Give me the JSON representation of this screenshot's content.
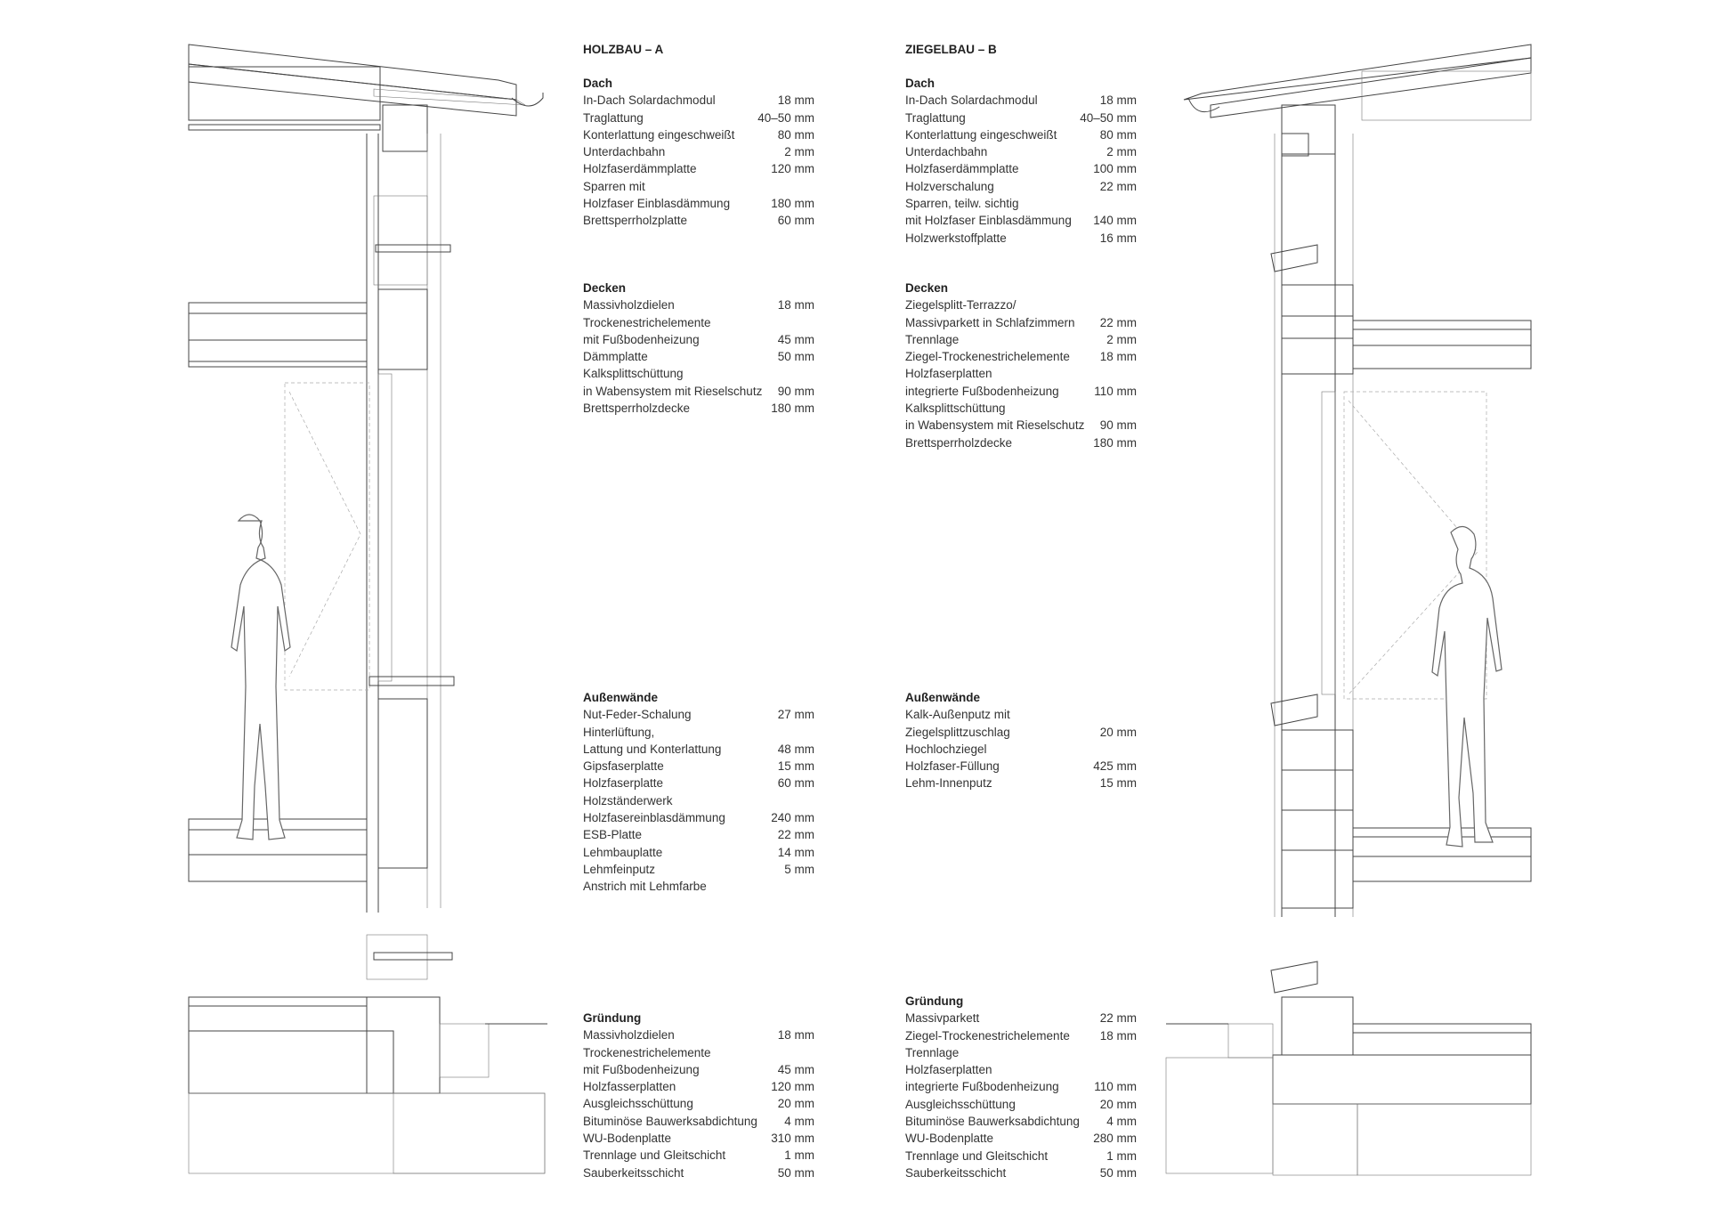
{
  "holzbau": {
    "title": "HOLZBAU – A",
    "sections": [
      {
        "id": "dach",
        "heading": "Dach",
        "items": [
          {
            "label": "In-Dach Solardachmodul",
            "value": "18 mm"
          },
          {
            "label": "Traglattung",
            "value": "40–50 mm"
          },
          {
            "label": "Konterlattung eingeschweißt",
            "value": "80 mm"
          },
          {
            "label": "Unterdachbahn",
            "value": "2 mm"
          },
          {
            "label": "Holzfaserdämmplatte",
            "value": "120 mm"
          },
          {
            "label": "Sparren mit",
            "value": ""
          },
          {
            "label": "Holzfaser Einblasdämmung",
            "value": "180 mm"
          },
          {
            "label": "Brettsperrholzplatte",
            "value": "60 mm"
          }
        ]
      },
      {
        "id": "decken",
        "heading": "Decken",
        "items": [
          {
            "label": "Massivholzdielen",
            "value": "18 mm"
          },
          {
            "label": "Trockenestrichelemente",
            "value": ""
          },
          {
            "label": "mit Fußbodenheizung",
            "value": "45 mm"
          },
          {
            "label": "Dämmplatte",
            "value": "50 mm"
          },
          {
            "label": "Kalksplittschüttung",
            "value": ""
          },
          {
            "label": "in Wabensystem mit Rieselschutz",
            "value": "90 mm"
          },
          {
            "label": "Brettsperrholzdecke",
            "value": "180 mm"
          }
        ]
      },
      {
        "id": "aussenwaende",
        "heading": "Außenwände",
        "items": [
          {
            "label": "Nut-Feder-Schalung",
            "value": "27 mm"
          },
          {
            "label": "Hinterlüftung,",
            "value": ""
          },
          {
            "label": "Lattung und Konterlattung",
            "value": "48 mm"
          },
          {
            "label": "Gipsfaserplatte",
            "value": "15 mm"
          },
          {
            "label": "Holzfaserplatte",
            "value": "60 mm"
          },
          {
            "label": "Holzständerwerk",
            "value": ""
          },
          {
            "label": "Holzfasereinblasdämmung",
            "value": "240 mm"
          },
          {
            "label": "ESB-Platte",
            "value": "22 mm"
          },
          {
            "label": "Lehmbauplatte",
            "value": "14 mm"
          },
          {
            "label": "Lehmfeinputz",
            "value": "5 mm"
          },
          {
            "label": "Anstrich mit Lehmfarbe",
            "value": ""
          }
        ]
      },
      {
        "id": "gruendung",
        "heading": "Gründung",
        "items": [
          {
            "label": "Massivholzdielen",
            "value": "18 mm"
          },
          {
            "label": "Trockenestrichelemente",
            "value": ""
          },
          {
            "label": "mit Fußbodenheizung",
            "value": "45 mm"
          },
          {
            "label": "Holzfasserplatten",
            "value": "120 mm"
          },
          {
            "label": "Ausgleichsschüttung",
            "value": "20 mm"
          },
          {
            "label": "Bituminöse Bauwerksabdichtung",
            "value": "4 mm"
          },
          {
            "label": "WU-Bodenplatte",
            "value": "310 mm"
          },
          {
            "label": "Trennlage und Gleitschicht",
            "value": "1 mm"
          },
          {
            "label": "Sauberkeitsschicht",
            "value": "50 mm"
          }
        ]
      }
    ]
  },
  "ziegelbau": {
    "title": "ZIEGELBAU – B",
    "sections": [
      {
        "id": "dach",
        "heading": "Dach",
        "items": [
          {
            "label": "In-Dach Solardachmodul",
            "value": "18 mm"
          },
          {
            "label": "Traglattung",
            "value": "40–50 mm"
          },
          {
            "label": "Konterlattung eingeschweißt",
            "value": "80 mm"
          },
          {
            "label": "Unterdachbahn",
            "value": "2 mm"
          },
          {
            "label": "Holzfaserdämmplatte",
            "value": "100 mm"
          },
          {
            "label": "Holzverschalung",
            "value": "22 mm"
          },
          {
            "label": "Sparren, teilw. sichtig",
            "value": ""
          },
          {
            "label": "mit Holzfaser Einblasdämmung",
            "value": "140 mm"
          },
          {
            "label": "Holzwerkstoffplatte",
            "value": "16 mm"
          }
        ]
      },
      {
        "id": "decken",
        "heading": "Decken",
        "items": [
          {
            "label": "Ziegelsplitt-Terrazzo/",
            "value": ""
          },
          {
            "label": "Massivparkett in Schlafzimmern",
            "value": "22 mm"
          },
          {
            "label": "Trennlage",
            "value": "2 mm"
          },
          {
            "label": "Ziegel-Trockenestrichelemente",
            "value": "18 mm"
          },
          {
            "label": "Holzfaserplatten",
            "value": ""
          },
          {
            "label": "integrierte Fußbodenheizung",
            "value": "110 mm"
          },
          {
            "label": "Kalksplittschüttung",
            "value": ""
          },
          {
            "label": "in Wabensystem mit Rieselschutz",
            "value": "90 mm"
          },
          {
            "label": "Brettsperrholzdecke",
            "value": "180 mm"
          }
        ]
      },
      {
        "id": "aussenwaende",
        "heading": "Außenwände",
        "items": [
          {
            "label": "Kalk-Außenputz mit",
            "value": ""
          },
          {
            "label": "Ziegelsplittzuschlag",
            "value": "20 mm"
          },
          {
            "label": "Hochlochziegel",
            "value": ""
          },
          {
            "label": "Holzfaser-Füllung",
            "value": "425 mm"
          },
          {
            "label": "Lehm-Innenputz",
            "value": "15 mm"
          }
        ]
      },
      {
        "id": "gruendung",
        "heading": "Gründung",
        "items": [
          {
            "label": "Massivparkett",
            "value": "22 mm"
          },
          {
            "label": "Ziegel-Trockenestrichelemente",
            "value": "18 mm"
          },
          {
            "label": "Trennlage",
            "value": ""
          },
          {
            "label": "Holzfaserplatten",
            "value": ""
          },
          {
            "label": "integrierte Fußbodenheizung",
            "value": "110 mm"
          },
          {
            "label": "Ausgleichsschüttung",
            "value": "20 mm"
          },
          {
            "label": "Bituminöse Bauwerksabdichtung",
            "value": "4 mm"
          },
          {
            "label": "WU-Bodenplatte",
            "value": "280 mm"
          },
          {
            "label": "Trennlage und Gleitschicht",
            "value": "1 mm"
          },
          {
            "label": "Sauberkeitsschicht",
            "value": "50 mm"
          }
        ]
      }
    ]
  }
}
